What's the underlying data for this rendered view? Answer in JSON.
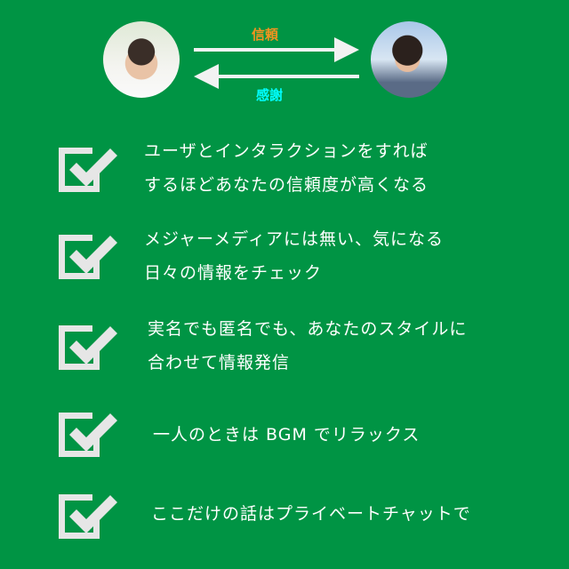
{
  "header": {
    "trust_label": "信頼",
    "thanks_label": "感謝",
    "colors": {
      "background": "#009444",
      "trust": "#f7931e",
      "thanks": "#00ffff",
      "arrow": "#f2f2f2",
      "check": "#e6e6e6"
    }
  },
  "features": [
    {
      "lines": [
        "ユーザとインタラクションをすれば",
        "するほどあなたの信頼度が高くなる"
      ]
    },
    {
      "lines": [
        "メジャーメディアには無い、気になる",
        "日々の情報をチェック"
      ]
    },
    {
      "lines": [
        "実名でも匿名でも、あなたのスタイルに",
        "合わせて情報発信"
      ]
    },
    {
      "lines": [
        "一人のときは BGM でリラックス"
      ]
    },
    {
      "lines": [
        "ここだけの話はプライベートチャットで"
      ]
    }
  ]
}
